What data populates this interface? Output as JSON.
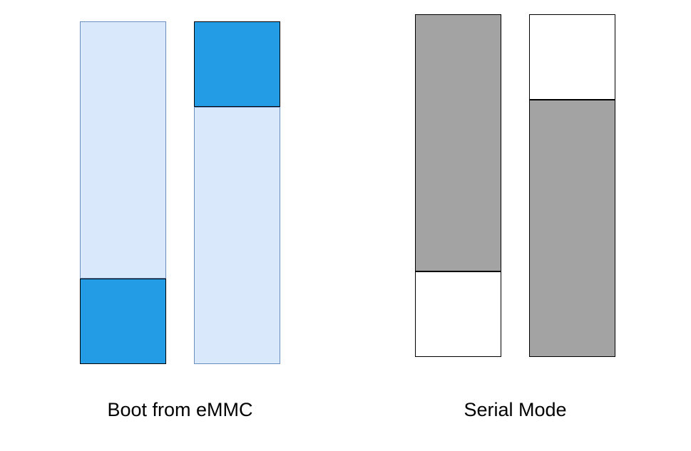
{
  "captions": {
    "boot_emmc": "Boot from eMMC",
    "serial_mode": "Serial Mode"
  },
  "colors": {
    "light_blue": "#dae8fc",
    "light_blue_border": "#6c8ebf",
    "blue": "#239ce5",
    "gray": "#a3a3a3",
    "white": "#ffffff",
    "black": "#000000"
  },
  "groups": [
    {
      "name": "boot-from-emmc",
      "columns": [
        {
          "segments": [
            {
              "fill": "light_blue",
              "fraction": 0.75
            },
            {
              "fill": "blue",
              "fraction": 0.25
            }
          ]
        },
        {
          "segments": [
            {
              "fill": "blue",
              "fraction": 0.25
            },
            {
              "fill": "light_blue",
              "fraction": 0.75
            }
          ]
        }
      ]
    },
    {
      "name": "serial-mode",
      "columns": [
        {
          "segments": [
            {
              "fill": "gray",
              "fraction": 0.75
            },
            {
              "fill": "white",
              "fraction": 0.25
            }
          ]
        },
        {
          "segments": [
            {
              "fill": "white",
              "fraction": 0.25
            },
            {
              "fill": "gray",
              "fraction": 0.75
            }
          ]
        }
      ]
    }
  ]
}
